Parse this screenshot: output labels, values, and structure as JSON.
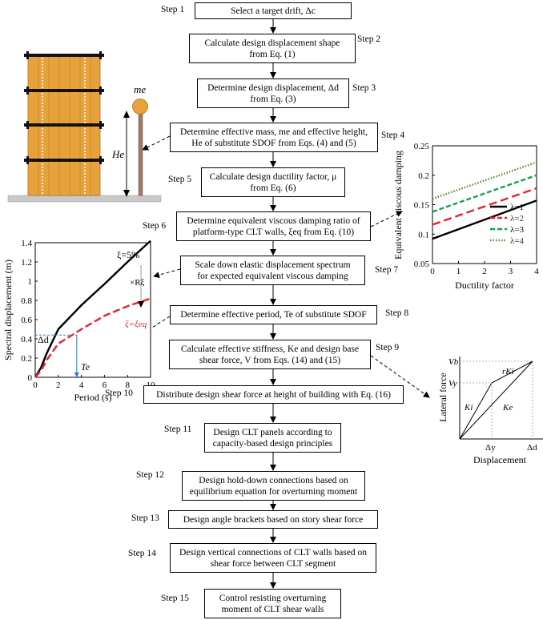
{
  "steps": [
    {
      "label": "Step 1",
      "lines": [
        "Select a target drift, Δc"
      ]
    },
    {
      "label": "Step 2",
      "lines": [
        "Calculate design displacement shape",
        "from Eq. (1)"
      ]
    },
    {
      "label": "Step 3",
      "lines": [
        "Determine design displacement, Δd",
        "from Eq. (3)"
      ]
    },
    {
      "label": "Step 4",
      "lines": [
        "Determine effective mass, me and effective height,",
        "He of substitute SDOF from Eqs. (4) and (5)"
      ]
    },
    {
      "label": "Step 5",
      "lines": [
        "Calculate design ductility factor, μ",
        "from Eq. (6)"
      ]
    },
    {
      "label": "Step 6",
      "lines": [
        "Determine equivalent viscous damping ratio of",
        "platform-type CLT walls, ξeq from Eq. (10)"
      ]
    },
    {
      "label": "Step 7",
      "lines": [
        "Scale down elastic displacement spectrum",
        "for expected equivalent viscous damping"
      ]
    },
    {
      "label": "Step 8",
      "lines": [
        "Determine effective period, Te of substitute SDOF"
      ]
    },
    {
      "label": "Step 9",
      "lines": [
        "Calculate effective stiffness, Ke and design base",
        "shear force, V from Eqs. (14) and (15)"
      ]
    },
    {
      "label": "Step 10",
      "lines": [
        "Distribute design shear force at height of building with Eq. (16)"
      ]
    },
    {
      "label": "Step 11",
      "lines": [
        "Design CLT panels according to",
        "capacity-based design principles"
      ]
    },
    {
      "label": "Step 12",
      "lines": [
        "Design hold-down connections based on",
        "equilibrium equation for overturning moment"
      ]
    },
    {
      "label": "Step 13",
      "lines": [
        "Design angle brackets based on story shear force"
      ]
    },
    {
      "label": "Step 14",
      "lines": [
        "Design vertical connections of CLT walls based on",
        "shear force between CLT segment"
      ]
    },
    {
      "label": "Step 15",
      "lines": [
        "Control resisting overturning",
        "moment of CLT shear walls"
      ]
    }
  ],
  "building": {
    "mass_label": "me",
    "height_label": "He",
    "colors": {
      "panel": "#E8A23C",
      "panel_border": "#B06F1A",
      "floor": "#111111",
      "ground": "#C9C9C9",
      "mass": "#E8A23C",
      "stick": "#9C7B6A"
    }
  },
  "spectrum_chart": {
    "ylabel": "Spectral displacement (m)",
    "xlabel": "Period (s)",
    "annotations": {
      "damped5": "ξ=5%",
      "scale": "×Rξ",
      "damped_eq": "ξ=ξeq",
      "delta_d": "Δd",
      "te": "Te"
    },
    "colors": {
      "elastic": "#000000",
      "damped": "#E8202A",
      "dash": "#2F75C8"
    },
    "chart_data": {
      "type": "line",
      "xlim": [
        0,
        10
      ],
      "ylim": [
        0,
        1.4
      ],
      "xticks": [
        "0",
        "2",
        "4",
        "6",
        "8",
        "10"
      ],
      "yticks": [
        "0",
        "0.2",
        "0.4",
        "0.6",
        "0.8",
        "1",
        "1.2",
        "1.4"
      ],
      "series": [
        {
          "name": "ξ=5%",
          "x": [
            0,
            0.5,
            1,
            2,
            4,
            6,
            8,
            10
          ],
          "y": [
            0,
            0.1,
            0.25,
            0.5,
            0.75,
            0.97,
            1.2,
            1.42
          ]
        },
        {
          "name": "ξ=ξeq",
          "x": [
            0,
            0.5,
            1,
            2,
            4,
            6,
            8,
            10
          ],
          "y": [
            0,
            0.07,
            0.18,
            0.35,
            0.5,
            0.64,
            0.74,
            0.82
          ]
        }
      ],
      "design_point": {
        "x": 3.6,
        "y": 0.44
      }
    }
  },
  "damping_chart": {
    "ylabel": "Equivalent viscous damping",
    "xlabel": "Ductility factor",
    "colors": {
      "l1": "#000000",
      "l2": "#E8202A",
      "l3": "#18A050",
      "l4": "#5A8A2A"
    },
    "chart_data": {
      "type": "line",
      "xlim": [
        0,
        4
      ],
      "ylim": [
        0.05,
        0.25
      ],
      "xticks": [
        "0",
        "1",
        "2",
        "3",
        "4"
      ],
      "yticks": [
        "0.05",
        "0.1",
        "0.15",
        "0.2",
        "0.25"
      ],
      "series": [
        {
          "name": "λ=1",
          "x": [
            0,
            4
          ],
          "y": [
            0.092,
            0.157
          ]
        },
        {
          "name": "λ=2",
          "x": [
            0,
            4
          ],
          "y": [
            0.116,
            0.178
          ]
        },
        {
          "name": "λ=3",
          "x": [
            0,
            4
          ],
          "y": [
            0.138,
            0.2
          ]
        },
        {
          "name": "λ=4",
          "x": [
            0,
            4
          ],
          "y": [
            0.16,
            0.222
          ]
        }
      ],
      "legend": "bottom-right"
    }
  },
  "force_chart": {
    "ylabel": "Lateral force",
    "xlabel": "Displacement",
    "labels": {
      "vb": "Vb",
      "vy": "Vy",
      "rki": "rKi",
      "ki": "Ki",
      "ke": "Ke",
      "delta_y": "Δy",
      "delta_d": "Δd"
    }
  }
}
